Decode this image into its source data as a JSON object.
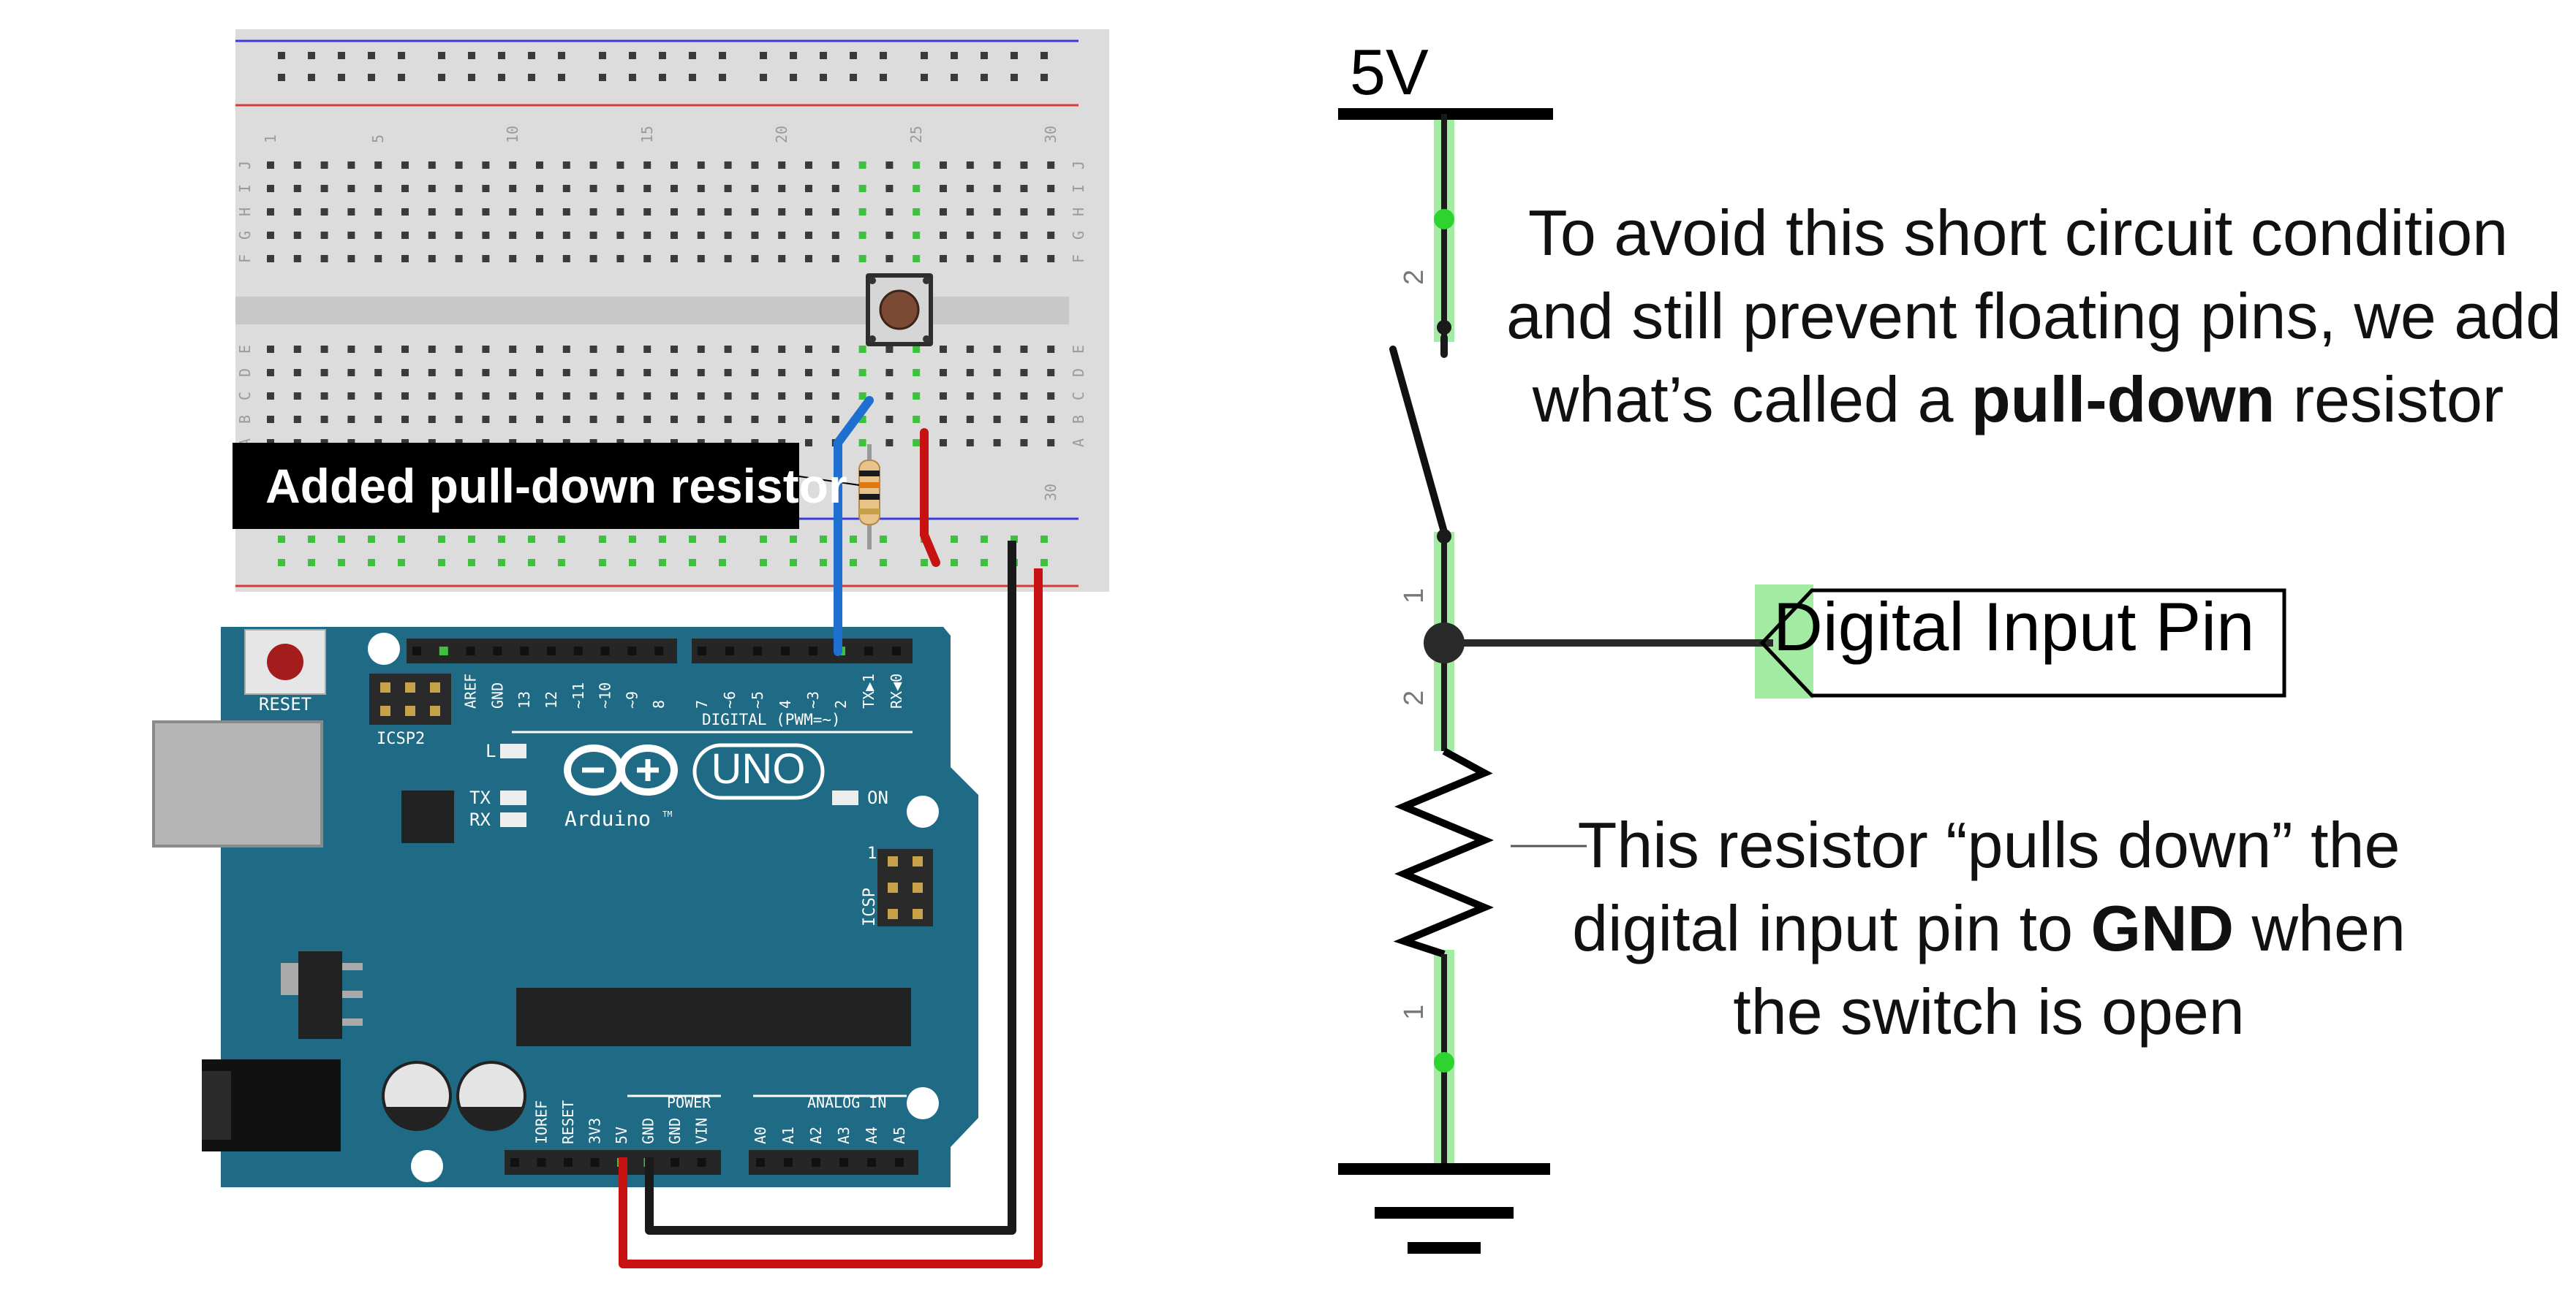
{
  "breadboard": {
    "column_numbers": [
      "1",
      "5",
      "10",
      "15",
      "20",
      "25",
      "30"
    ],
    "row_letters_top": [
      "J",
      "I",
      "H",
      "G",
      "F"
    ],
    "row_letters_bottom": [
      "E",
      "D",
      "C",
      "B",
      "A"
    ]
  },
  "callout": {
    "label": "Added pull-down resistor"
  },
  "arduino": {
    "reset_label": "RESET",
    "icsp2_label": "ICSP2",
    "icsp_label": "ICSP",
    "icsp_pin1": "1",
    "header_top_labels": [
      "AREF",
      "GND",
      "13",
      "12",
      "~11",
      "~10",
      "~9",
      "8",
      "7",
      "~6",
      "~5",
      "4",
      "~3",
      "2",
      "TX▶1",
      "RX◀0"
    ],
    "digital_label": "DIGITAL (PWM=~)",
    "led_l": "L",
    "led_tx": "TX",
    "led_rx": "RX",
    "led_on": "ON",
    "logo_text": "Arduino",
    "tm": "TM",
    "uno_badge": "UNO",
    "power_label": "POWER",
    "analog_label": "ANALOG IN",
    "power_pins": [
      "IOREF",
      "RESET",
      "3V3",
      "5V",
      "GND",
      "GND",
      "VIN"
    ],
    "analog_pins": [
      "A0",
      "A1",
      "A2",
      "A3",
      "A4",
      "A5"
    ]
  },
  "schematic": {
    "supply_label": "5V",
    "switch_pin_top": "2",
    "switch_pin_bottom": "1",
    "resistor_pin_top": "2",
    "resistor_pin_bottom": "1",
    "input_pin_label": "Digital Input Pin"
  },
  "explanation_top": {
    "line1": "To avoid this short circuit condition",
    "line2": "and still prevent floating pins, we add",
    "line3_prefix": "what’s called a ",
    "line3_bold": "pull-down",
    "line3_suffix": " resistor"
  },
  "explanation_bottom": {
    "line1": "This resistor “pulls down” the",
    "line2_prefix": "digital input pin to ",
    "line2_bold": "GND",
    "line2_suffix": " when",
    "line3": "the switch is open"
  },
  "colors": {
    "board_blue": "#1f6a84",
    "breadboard_grey": "#dcdcdc",
    "wire_blue": "#1f6fd0",
    "wire_red": "#c81212",
    "wire_black": "#1a1a1a",
    "highlight_green": "#58d858",
    "callout_bg": "#000000"
  }
}
